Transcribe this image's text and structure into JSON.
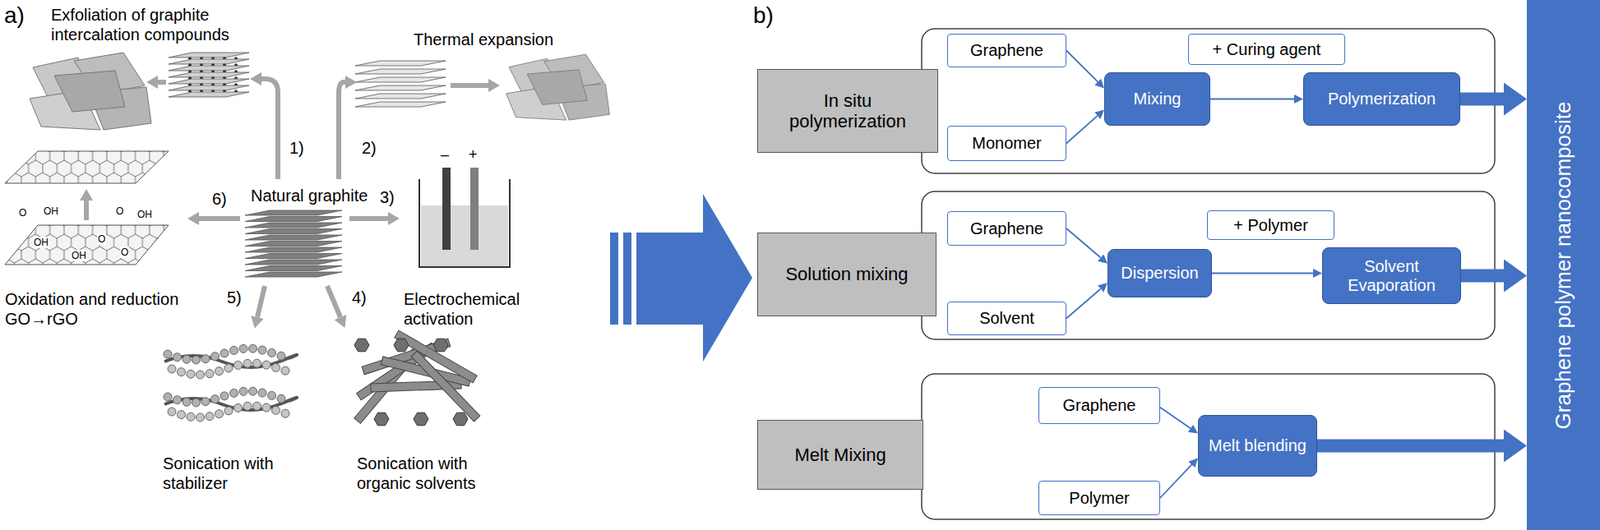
{
  "diagram": {
    "nodes": [
      {
        "text": [
          "In situ polymerization"
        ]
      },
      {
        "text": [
          "Graphene"
        ]
      },
      {
        "text": [
          "Monomer"
        ]
      },
      {
        "text": [
          "+ Curing agent"
        ]
      },
      {
        "text": [
          "Mixing"
        ]
      },
      {
        "text": [
          "Polymerization"
        ]
      },
      {
        "text": [
          "Solution mixing"
        ]
      },
      {
        "text": [
          "Graphene"
        ]
      },
      {
        "text": [
          "Solvent"
        ]
      },
      {
        "text": [
          "+ Polymer"
        ]
      },
      {
        "text": [
          "Dispersion"
        ]
      },
      {
        "text": [
          "Solvent Evaporation"
        ]
      },
      {
        "text": [
          "Melt Mixing"
        ]
      },
      {
        "text": [
          "Graphene"
        ]
      },
      {
        "text": [
          "Polymer"
        ]
      },
      {
        "text": [
          "Melt blending"
        ]
      },
      {
        "text": [
          "Graphene polymer nanocomposite"
        ]
      }
    ],
    "edges": [
      {
        "from": 1,
        "to": 4,
        "arrow": "to"
      },
      {
        "from": 2,
        "to": 4,
        "arrow": "to"
      },
      {
        "from": 4,
        "to": 5,
        "arrow": "to"
      },
      {
        "from": 7,
        "to": 10,
        "arrow": "to"
      },
      {
        "from": 8,
        "to": 10,
        "arrow": "to"
      },
      {
        "from": 10,
        "to": 11,
        "arrow": "to"
      },
      {
        "from": 13,
        "to": 15,
        "arrow": "to"
      },
      {
        "from": 14,
        "to": 15,
        "arrow": "to"
      },
      {
        "from": 5,
        "to": 16,
        "arrow": "to"
      },
      {
        "from": 11,
        "to": 16,
        "arrow": "to"
      },
      {
        "from": 15,
        "to": 16,
        "arrow": "to"
      }
    ],
    "labels": [
      "a)",
      "b)",
      "Exfoliation of graphite intercalation compounds",
      "Thermal expansion",
      "1)",
      "2)",
      "Natural graphite",
      "6)",
      "3)",
      "Oxidation and reduction GO→rGO",
      "Electrochemical activation",
      "5)",
      "4)",
      "Sonication with stabilizer",
      "Sonication with organic solvents",
      "–",
      "+",
      "O",
      "OH",
      "O",
      "OH",
      "OH",
      "O",
      "OH",
      "O"
    ]
  }
}
